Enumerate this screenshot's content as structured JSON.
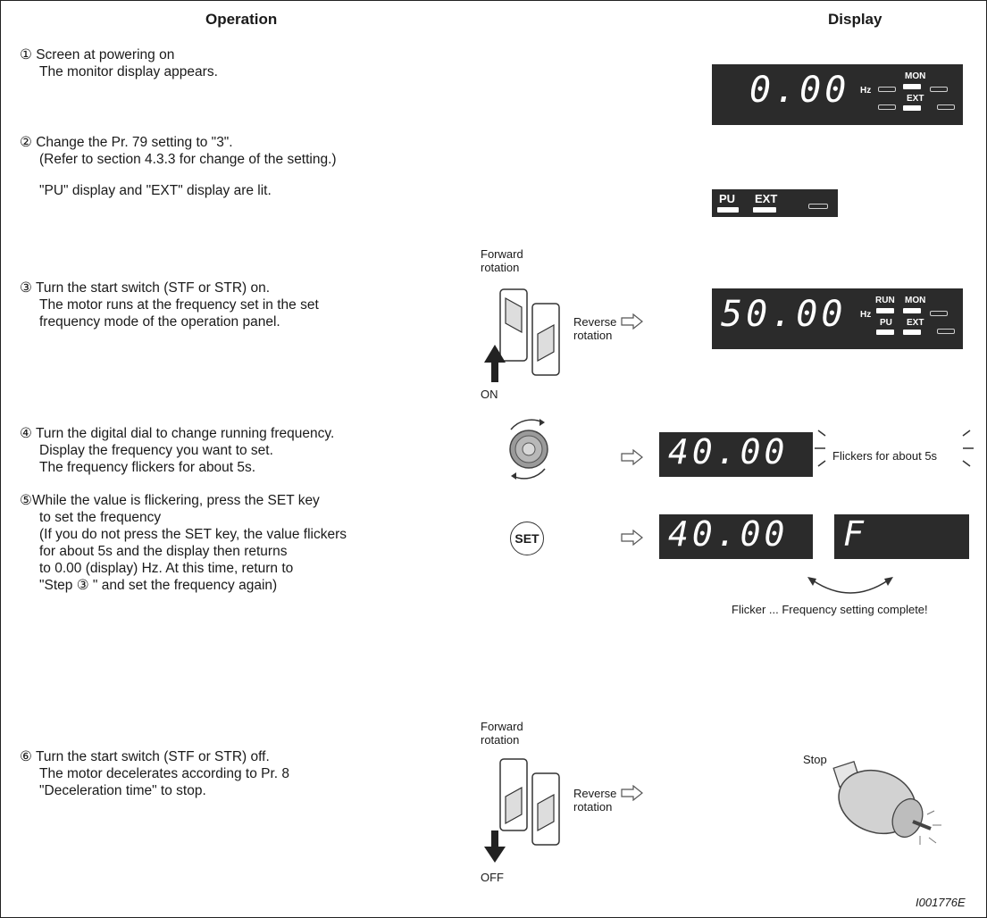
{
  "headers": {
    "operation": "Operation",
    "display": "Display"
  },
  "steps": [
    {
      "num": "①",
      "lines": [
        "Screen at powering on",
        "The monitor display appears."
      ]
    },
    {
      "num": "②",
      "lines": [
        "Change the Pr. 79 setting to \"3\".",
        "(Refer to section 4.3.3 for change of the setting.)"
      ],
      "note": "\"PU\" display and \"EXT\" display are lit."
    },
    {
      "num": "③",
      "lines": [
        "Turn the start switch (STF or STR) on.",
        "The motor runs at the frequency set in the set",
        "frequency mode of the operation panel."
      ]
    },
    {
      "num": "④",
      "lines": [
        "Turn the digital dial to change running frequency.",
        "Display the frequency you want to set.",
        "The frequency flickers for about 5s."
      ]
    },
    {
      "num": "⑤",
      "lines": [
        "While the value is flickering, press the SET key",
        "to set the frequency",
        "(If you do not press the SET key, the value flickers",
        "for about 5s and the display then returns",
        "to 0.00 (display) Hz. At this time, return to",
        "\"Step ③ \" and set the frequency again)"
      ]
    },
    {
      "num": "⑥",
      "lines": [
        "Turn the start switch (STF or STR) off.",
        "The motor decelerates according to Pr. 8",
        "\"Deceleration time\" to stop."
      ]
    }
  ],
  "switch_on": {
    "forward": [
      "Forward",
      "rotation"
    ],
    "reverse": [
      "Reverse",
      "rotation"
    ],
    "state": "ON"
  },
  "switch_off": {
    "forward": [
      "Forward",
      "rotation"
    ],
    "reverse": [
      "Reverse",
      "rotation"
    ],
    "state": "OFF"
  },
  "displays": {
    "d1": {
      "value": "0.00",
      "unit": "Hz",
      "mon": "MON",
      "ext": "EXT"
    },
    "d2": {
      "pu": "PU",
      "ext": "EXT"
    },
    "d3": {
      "value": "50.00",
      "unit": "Hz",
      "run": "RUN",
      "mon": "MON",
      "pu": "PU",
      "ext": "EXT"
    },
    "d4": {
      "value": "40.00",
      "flicker_note": "Flickers for about 5s"
    },
    "d5": {
      "value": "40.00",
      "alt": "F",
      "note": "Flicker ... Frequency setting complete!"
    },
    "d6": {
      "label": "Stop"
    }
  },
  "set_key": "SET",
  "image_id": "I001776E"
}
